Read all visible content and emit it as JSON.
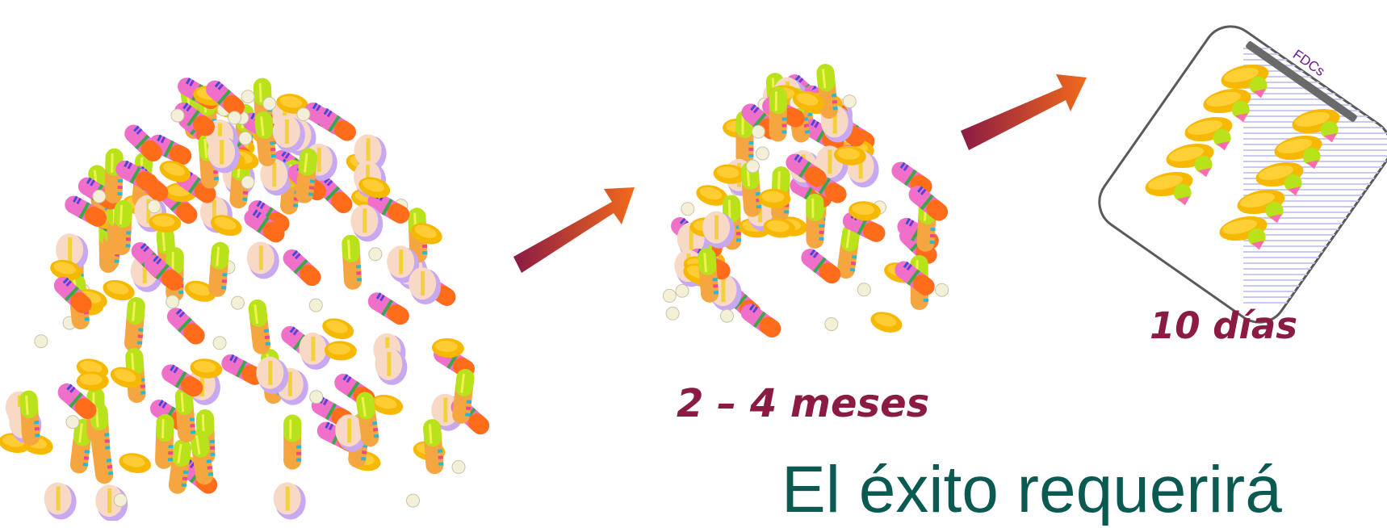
{
  "labels": {
    "short_duration": "2 – 4 meses",
    "fdc_duration": "10 días",
    "fdc_pack": "FDCs",
    "headline": "El éxito requerirá"
  },
  "colors": {
    "arrow_start": "#8b1a44",
    "arrow_end": "#f26a1b",
    "caption": "#8b1a44",
    "headline": "#0b5a52",
    "pack_outline": "#5a5a5a"
  },
  "icons": [
    "pill-pile-large",
    "pill-pile-small",
    "arrow-right-up",
    "fdc-blister-pack"
  ]
}
